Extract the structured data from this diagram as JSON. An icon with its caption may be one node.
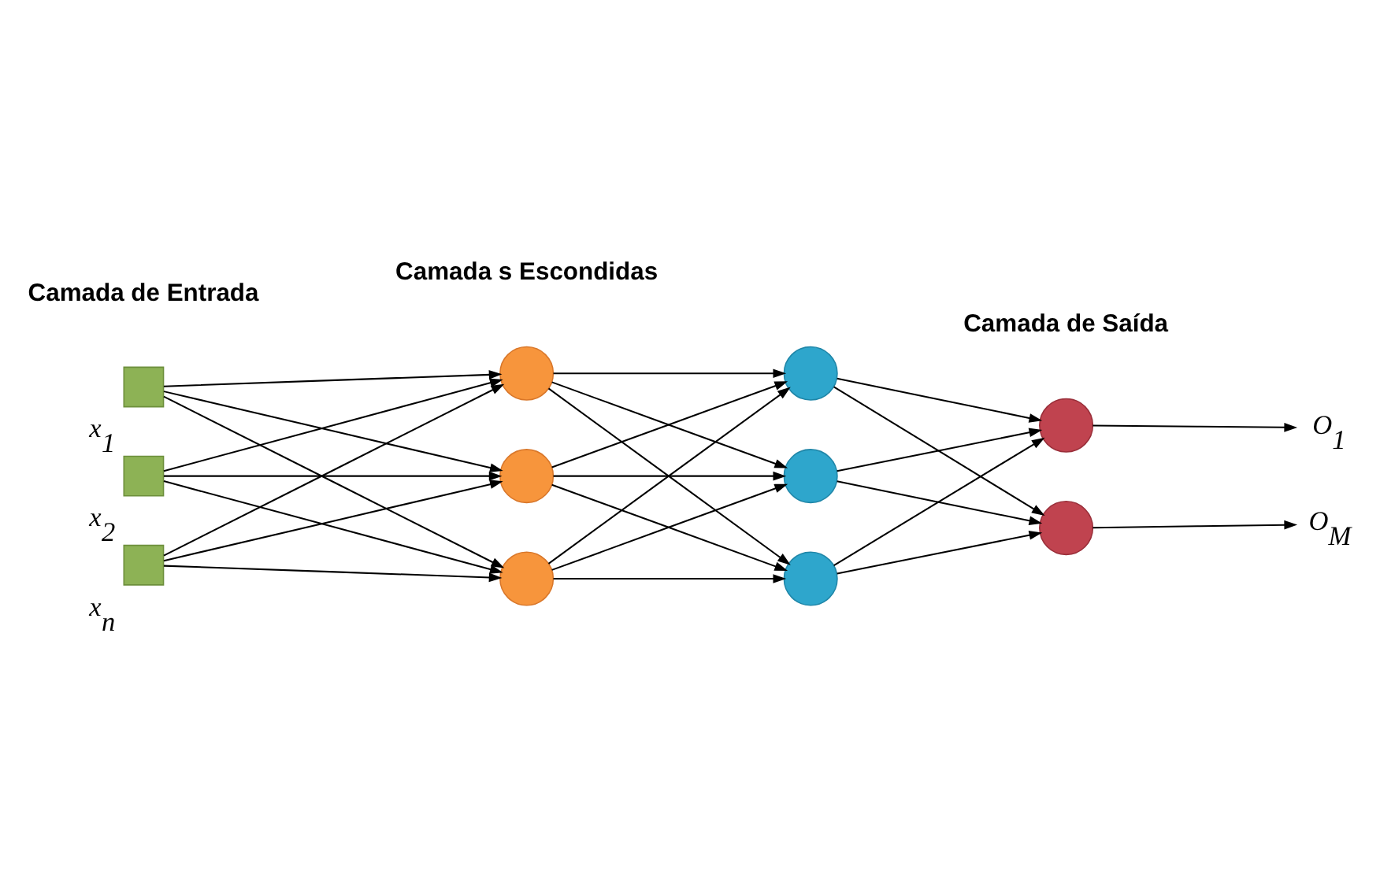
{
  "diagram": {
    "nodes": [
      {
        "text": [],
        "shape": "box",
        "beside": [
          "x$_{1}$"
        ]
      },
      {
        "text": [],
        "shape": "box",
        "beside": [
          "x$_{2}$"
        ]
      },
      {
        "text": [],
        "shape": "box",
        "beside": [
          "x$_{n}$"
        ]
      },
      {
        "text": [],
        "shape": "circle"
      },
      {
        "text": [],
        "shape": "circle"
      },
      {
        "text": [],
        "shape": "circle"
      },
      {
        "text": [],
        "shape": "circle"
      },
      {
        "text": [],
        "shape": "circle"
      },
      {
        "text": [],
        "shape": "circle"
      },
      {
        "text": [],
        "shape": "circle"
      },
      {
        "text": [],
        "shape": "circle"
      },
      {
        "text": [
          "O$_{1}$"
        ]
      },
      {
        "text": [
          "O$_{M}$"
        ]
      }
    ],
    "edges": [
      {
        "from": 0,
        "to": 3,
        "arrow": "to"
      },
      {
        "from": 0,
        "to": 4,
        "arrow": "to"
      },
      {
        "from": 0,
        "to": 5,
        "arrow": "to"
      },
      {
        "from": 1,
        "to": 3,
        "arrow": "to"
      },
      {
        "from": 1,
        "to": 4,
        "arrow": "to"
      },
      {
        "from": 1,
        "to": 5,
        "arrow": "to"
      },
      {
        "from": 2,
        "to": 3,
        "arrow": "to"
      },
      {
        "from": 2,
        "to": 4,
        "arrow": "to"
      },
      {
        "from": 2,
        "to": 5,
        "arrow": "to"
      },
      {
        "from": 3,
        "to": 6,
        "arrow": "to"
      },
      {
        "from": 3,
        "to": 7,
        "arrow": "to"
      },
      {
        "from": 3,
        "to": 8,
        "arrow": "to"
      },
      {
        "from": 4,
        "to": 6,
        "arrow": "to"
      },
      {
        "from": 4,
        "to": 7,
        "arrow": "to"
      },
      {
        "from": 4,
        "to": 8,
        "arrow": "to"
      },
      {
        "from": 5,
        "to": 6,
        "arrow": "to"
      },
      {
        "from": 5,
        "to": 7,
        "arrow": "to"
      },
      {
        "from": 5,
        "to": 8,
        "arrow": "to"
      },
      {
        "from": 6,
        "to": 9,
        "arrow": "to"
      },
      {
        "from": 6,
        "to": 10,
        "arrow": "to"
      },
      {
        "from": 7,
        "to": 9,
        "arrow": "to"
      },
      {
        "from": 7,
        "to": 10,
        "arrow": "to"
      },
      {
        "from": 8,
        "to": 9,
        "arrow": "to"
      },
      {
        "from": 8,
        "to": 10,
        "arrow": "to"
      },
      {
        "from": 9,
        "to": 11,
        "arrow": "to"
      },
      {
        "from": 10,
        "to": 12,
        "arrow": "to"
      }
    ],
    "labels": [
      "Camada de Entrada",
      "Camada s Escondidas",
      "Camada de Saída"
    ]
  }
}
